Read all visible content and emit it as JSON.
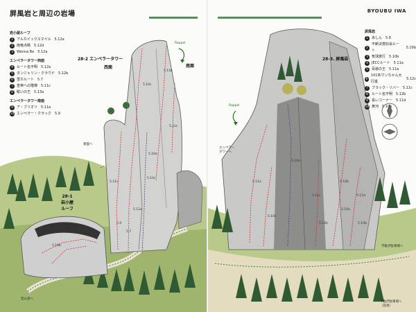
{
  "header": {
    "title": "屏風岩と周辺の岩場",
    "right_title": "BYOUBU IWA"
  },
  "legend_left": {
    "sections": [
      {
        "name": "岩小屋ルーフ",
        "items": [
          {
            "n": "1",
            "name": "アルカイックスマイル",
            "grade": "5.12a"
          },
          {
            "n": "2",
            "name": "雨竜点睛",
            "grade": "5.12d"
          },
          {
            "n": "3",
            "name": "Wanna Be",
            "grade": "5.12a"
          }
        ]
      },
      {
        "name": "エンペラータワー西面",
        "items": [
          {
            "n": "4",
            "name": "ルート名不明",
            "grade": "5.12a"
          },
          {
            "n": "5",
            "name": "タンジェリン・クラウド",
            "grade": "5.12b"
          },
          {
            "n": "6",
            "name": "雪ホルート",
            "grade": "5.7"
          },
          {
            "n": "7",
            "name": "皇帝への階梯",
            "grade": "5.11c"
          },
          {
            "n": "8",
            "name": "眩いの王",
            "grade": "5.13a"
          }
        ]
      },
      {
        "name": "エンペラータワー南面",
        "items": [
          {
            "n": "9",
            "name": "ア・ブリオリ",
            "grade": "5.11a"
          },
          {
            "n": "10",
            "name": "エンペラー・クラック",
            "grade": "5.9"
          }
        ]
      }
    ]
  },
  "legend_right": {
    "sections": [
      {
        "name": "屏風岩",
        "items": [
          {
            "n": "1",
            "name": "あしん",
            "grade": "5.8"
          },
          {
            "n": "2",
            "name": "不断決意好会ルート",
            "grade": "5.10b"
          },
          {
            "n": "3",
            "name": "気球旅行",
            "grade": "5.10b"
          },
          {
            "n": "4",
            "name": "JECCルート",
            "grade": "5.11a"
          },
          {
            "n": "5",
            "name": "百歌の王",
            "grade": "5.11a"
          },
          {
            "n": "6",
            "name": "101匹ワンちゃん大行進",
            "grade": "5.12c"
          },
          {
            "n": "7",
            "name": "ブラック・リバー",
            "grade": "5.11c"
          },
          {
            "n": "8",
            "name": "ルート名不明",
            "grade": "5.12b"
          },
          {
            "n": "9",
            "name": "長いコーナー",
            "grade": "5.11d"
          },
          {
            "n": "10",
            "name": "黄河",
            "grade": "5.10b"
          }
        ]
      }
    ]
  },
  "labels": {
    "tower_title": "28-2 エンペラータワー",
    "tower_west": "西面",
    "tower_south": "南面",
    "roof_title": "28-1\n岩小屋\nルーフ",
    "byoubu_title": "28-3. 屏風岩",
    "to_tozan": "登山道へ",
    "to_east": "東面へ",
    "to_emperor": "エンペラー\nタワーへ",
    "fudo_upper": "不動沢駐車場へ",
    "fudo_lower": "不動沢駐車場へ\n（前頁）",
    "rappel": "Rappel"
  },
  "route_grades_left": [
    "5.12a",
    "5.11c",
    "5.10c",
    "5.9",
    "5.11b",
    "5.10c",
    "5.10b",
    "5.7",
    "5.12c",
    "5.10a"
  ],
  "route_grades_right": [
    "5.11a",
    "5.10c",
    "5.10a",
    "5.11c",
    "5.12b",
    "5.10b",
    "5.10a",
    "5.11d",
    "5.10b"
  ]
}
